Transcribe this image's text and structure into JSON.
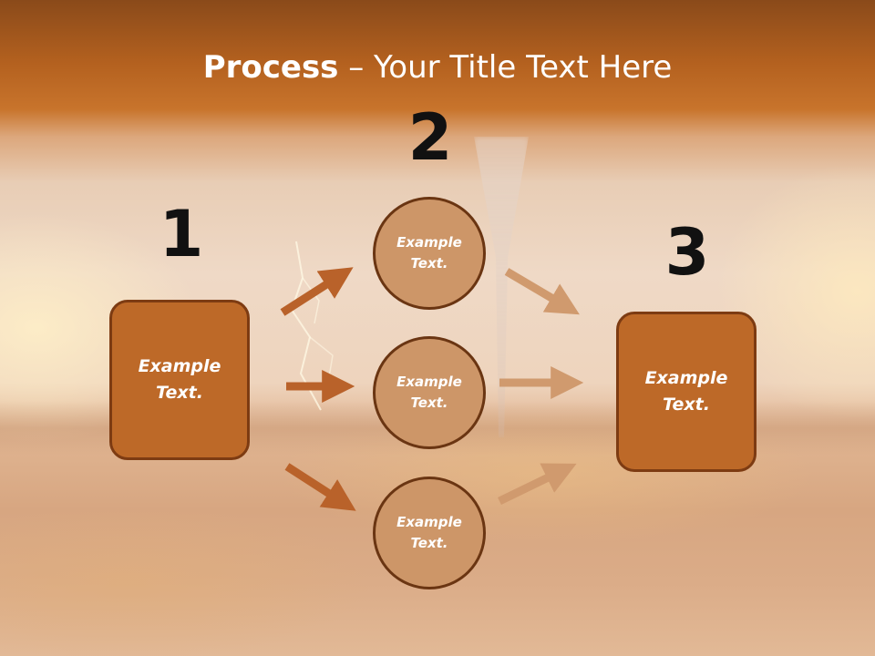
{
  "title": {
    "bold": "Process",
    "rest": " – Your Title Text Here"
  },
  "steps": [
    {
      "number": "1",
      "text": "Example Text."
    },
    {
      "number": "2",
      "text": "Example Text."
    },
    {
      "number": "3",
      "text": "Example Text."
    }
  ],
  "circles": [
    {
      "text": "Example Text."
    },
    {
      "text": "Example Text."
    },
    {
      "text": "Example Text."
    }
  ],
  "colors": {
    "box_fill": "#bd6928",
    "box_border": "#7d3b12",
    "circle_fill": "#cd9668",
    "circle_border": "#6a3512",
    "arrow_dark": "#b9622a",
    "arrow_light": "#d09a6e"
  }
}
